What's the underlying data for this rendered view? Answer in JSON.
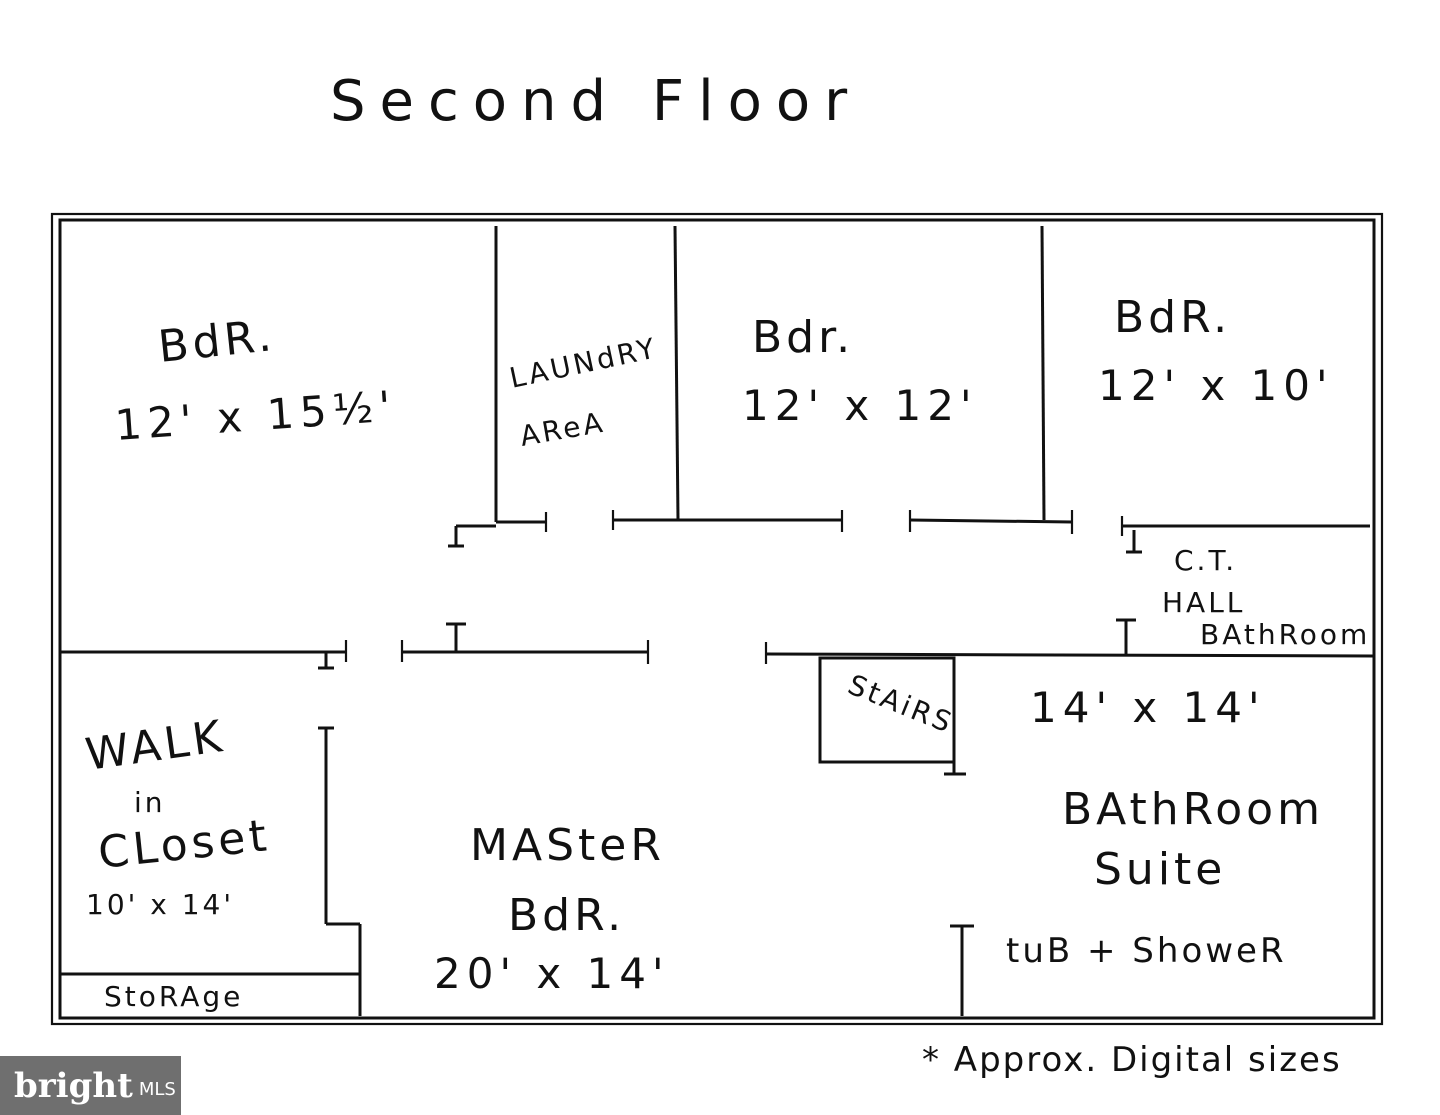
{
  "title": "Second Floor",
  "rooms": {
    "bdr1": {
      "label": "BdR.",
      "size": "12' x 15½'"
    },
    "laundry": {
      "line1": "LAUNdRY",
      "line2": "AReA"
    },
    "bdr2": {
      "label": "Bdr.",
      "size": "12' x 12'"
    },
    "bdr3": {
      "label": "BdR.",
      "size": "12' x 10'"
    },
    "hall_bath": {
      "line1": "C.T.",
      "line2": "HALL",
      "line3": "BAthRoom"
    },
    "stairs": {
      "label": "StAiRS"
    },
    "bath_suite": {
      "size": "14' x 14'",
      "line1": "BAthRoom",
      "line2": "Suite",
      "line3": "tuB + ShoweR"
    },
    "closet": {
      "line1": "WALK",
      "line2": "in",
      "line3": "CLoset",
      "size": "10' x 14'"
    },
    "storage": {
      "label": "StoRAge"
    },
    "master": {
      "line1": "MASteR",
      "line2": "BdR.",
      "size": "20' x 14'"
    }
  },
  "footnote": "* Approx. Digital sizes",
  "watermark": {
    "brand": "bright",
    "suffix": "MLS"
  }
}
